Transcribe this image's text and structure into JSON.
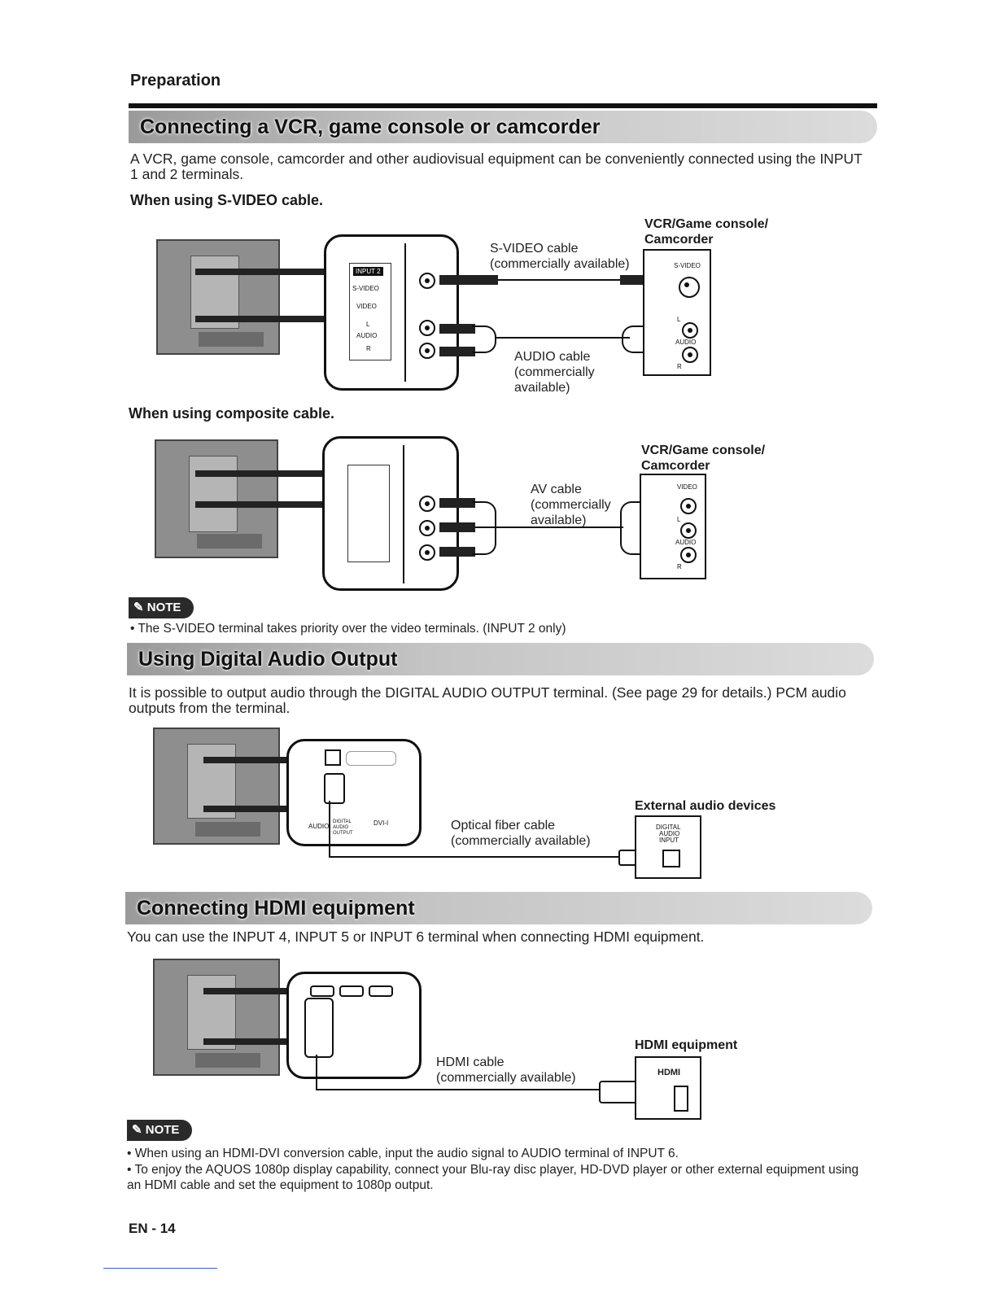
{
  "header": {
    "section": "Preparation"
  },
  "vcr": {
    "title": "Connecting a VCR, game console or camcorder",
    "intro": "A VCR, game console, camcorder and other audiovisual equipment can be conveniently connected using the INPUT 1 and 2 terminals.",
    "svideo": {
      "heading": "When using S-VIDEO cable.",
      "device_title_1": "VCR/Game console/",
      "device_title_2": "Camcorder",
      "cable_label_1": "S-VIDEO cable",
      "cable_label_2": "(commercially available)",
      "audio_label_1": "AUDIO cable",
      "audio_label_2": "(commercially",
      "audio_label_3": "available)",
      "dev_svideo": "S-VIDEO",
      "dev_l": "L",
      "dev_audio": "AUDIO",
      "dev_r": "R",
      "panel_input": "INPUT 2",
      "panel_svideo": "S-VIDEO",
      "panel_video": "VIDEO",
      "panel_l": "L",
      "panel_audio": "AUDIO",
      "panel_r": "R"
    },
    "composite": {
      "heading": "When using composite cable.",
      "device_title_1": "VCR/Game console/",
      "device_title_2": "Camcorder",
      "cable_label_1": "AV cable",
      "cable_label_2": "(commercially",
      "cable_label_3": "available)",
      "dev_video": "VIDEO",
      "dev_l": "L",
      "dev_audio": "AUDIO",
      "dev_r": "R"
    },
    "note_badge": "NOTE",
    "note": "• The S-VIDEO terminal takes priority over the video terminals. (INPUT 2 only)"
  },
  "digital_audio": {
    "title": "Using Digital Audio Output",
    "intro": "It is possible to output audio through the DIGITAL AUDIO OUTPUT terminal. (See page 29 for details.) PCM audio outputs from the terminal.",
    "device_title": "External audio devices",
    "cable_label_1": "Optical fiber cable",
    "cable_label_2": "(commercially available)",
    "dev_port_1": "DIGITAL",
    "dev_port_2": "AUDIO",
    "dev_port_3": "INPUT",
    "panel_audio": "AUDIO",
    "panel_digital": "DIGITAL AUDIO OUTPUT",
    "panel_dvi": "DVI-I"
  },
  "hdmi": {
    "title": "Connecting HDMI equipment",
    "intro": "You can use the INPUT 4, INPUT 5 or INPUT 6 terminal when connecting HDMI equipment.",
    "device_title": "HDMI equipment",
    "cable_label_1": "HDMI cable",
    "cable_label_2": "(commercially available)",
    "dev_logo": "HDMI",
    "note_badge": "NOTE",
    "notes": [
      "• When using an HDMI-DVI conversion cable, input the audio signal to AUDIO terminal of INPUT 6.",
      "• To enjoy the AQUOS 1080p display capability, connect your Blu-ray disc player, HD-DVD player or other external equipment using an HDMI cable and set the equipment to 1080p output."
    ]
  },
  "footer": {
    "page": "EN - 14"
  }
}
